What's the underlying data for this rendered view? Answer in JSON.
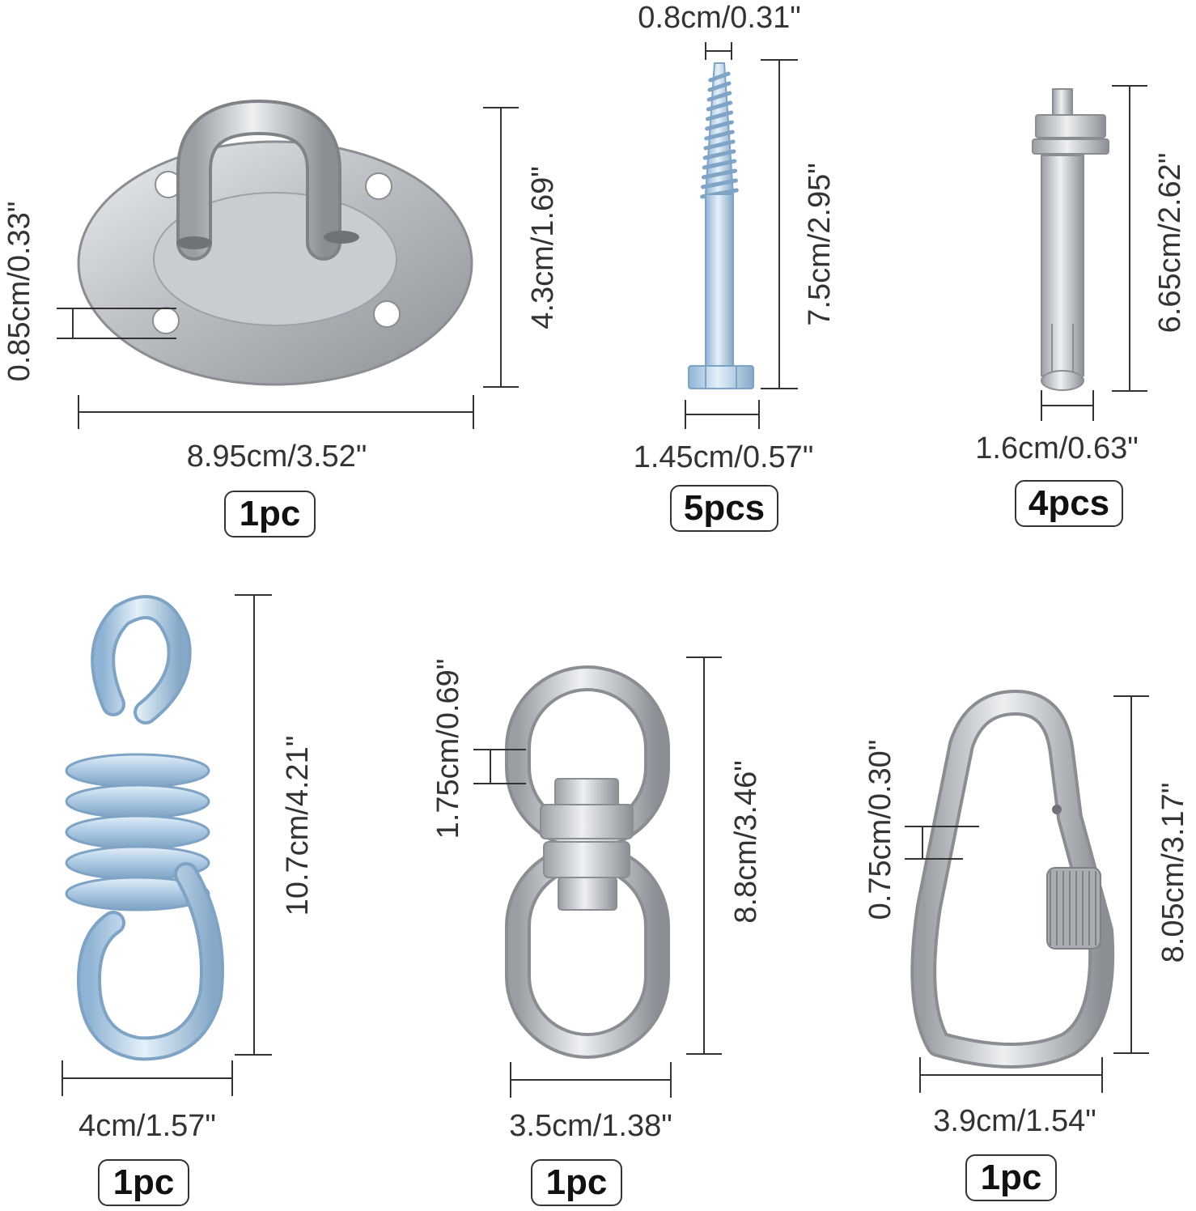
{
  "items": [
    {
      "name": "ceiling-mount-plate",
      "quantity": "1pc",
      "dimensions": {
        "height": "4.3cm/1.69\"",
        "width": "8.95cm/3.52\"",
        "hole": "0.85cm/0.33\""
      }
    },
    {
      "name": "lag-screw",
      "quantity": "5pcs",
      "dimensions": {
        "tip": "0.8cm/0.31\"",
        "length": "7.5cm/2.95\"",
        "head": "1.45cm/0.57\""
      }
    },
    {
      "name": "expansion-bolt",
      "quantity": "4pcs",
      "dimensions": {
        "length": "6.65cm/2.62\"",
        "width": "1.6cm/0.63\""
      }
    },
    {
      "name": "spring-hook",
      "quantity": "1pc",
      "dimensions": {
        "length": "10.7cm/4.21\"",
        "width": "4cm/1.57\""
      }
    },
    {
      "name": "swivel-hook",
      "quantity": "1pc",
      "dimensions": {
        "thickness": "1.75cm/0.69\"",
        "length": "8.8cm/3.46\"",
        "width": "3.5cm/1.38\""
      }
    },
    {
      "name": "carabiner",
      "quantity": "1pc",
      "dimensions": {
        "thickness": "0.75cm/0.30\"",
        "length": "8.05cm/3.17\"",
        "width": "3.9cm/1.54\""
      }
    }
  ],
  "colors": {
    "steel": "#b9bcc0",
    "zinc": "#a9c7e2",
    "line": "#333333"
  }
}
